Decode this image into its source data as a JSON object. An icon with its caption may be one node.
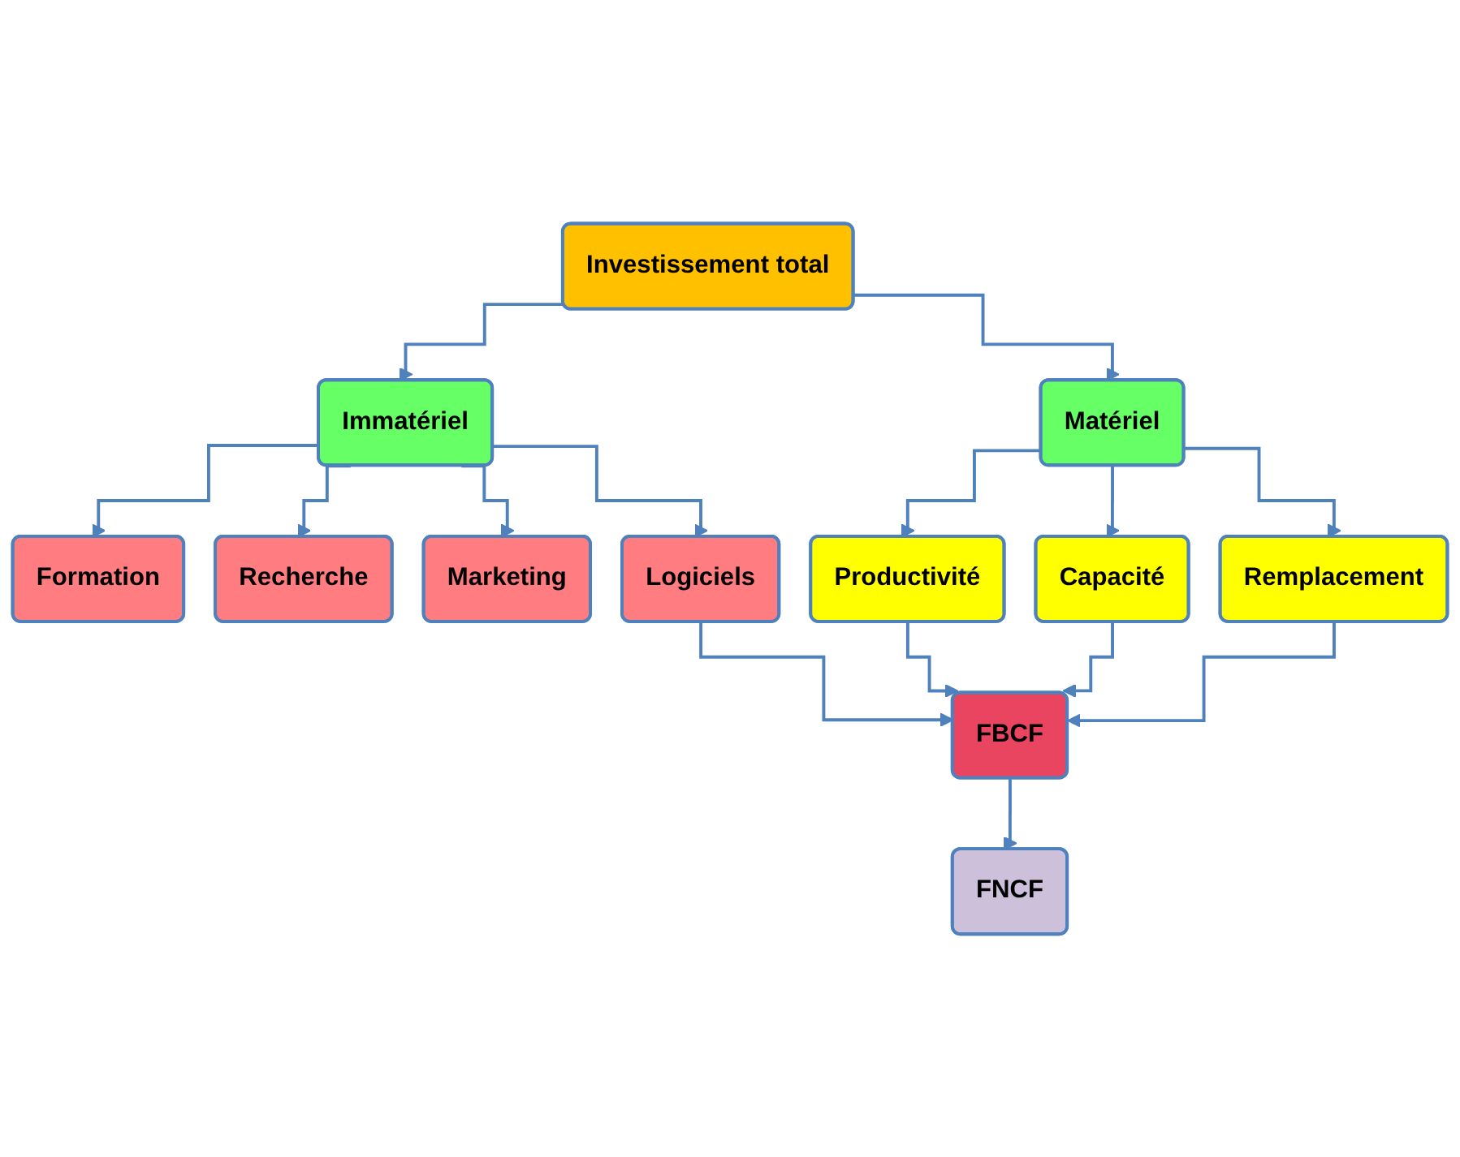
{
  "diagram": {
    "nodes": [
      {
        "text": [
          "Investissement total"
        ]
      },
      {
        "text": [
          "Immatériel"
        ]
      },
      {
        "text": [
          "Matériel"
        ]
      },
      {
        "text": [
          "Formation"
        ]
      },
      {
        "text": [
          "Recherche"
        ]
      },
      {
        "text": [
          "Marketing"
        ]
      },
      {
        "text": [
          "Logiciels"
        ]
      },
      {
        "text": [
          "Productivité"
        ]
      },
      {
        "text": [
          "Capacité"
        ]
      },
      {
        "text": [
          "Remplacement"
        ]
      },
      {
        "text": [
          "FBCF"
        ]
      },
      {
        "text": [
          "FNCF"
        ]
      }
    ],
    "edges": [
      {
        "from": 0,
        "to": 1,
        "arrow": "to"
      },
      {
        "from": 0,
        "to": 2,
        "arrow": "to"
      },
      {
        "from": 1,
        "to": 3,
        "arrow": "to"
      },
      {
        "from": 1,
        "to": 4,
        "arrow": "to"
      },
      {
        "from": 1,
        "to": 5,
        "arrow": "to"
      },
      {
        "from": 1,
        "to": 6,
        "arrow": "to"
      },
      {
        "from": 2,
        "to": 7,
        "arrow": "to"
      },
      {
        "from": 2,
        "to": 8,
        "arrow": "to"
      },
      {
        "from": 2,
        "to": 9,
        "arrow": "to"
      },
      {
        "from": 6,
        "to": 10,
        "arrow": "to"
      },
      {
        "from": 7,
        "to": 10,
        "arrow": "to"
      },
      {
        "from": 8,
        "to": 10,
        "arrow": "to"
      },
      {
        "from": 9,
        "to": 10,
        "arrow": "to"
      },
      {
        "from": 10,
        "to": 11,
        "arrow": "to"
      }
    ]
  }
}
